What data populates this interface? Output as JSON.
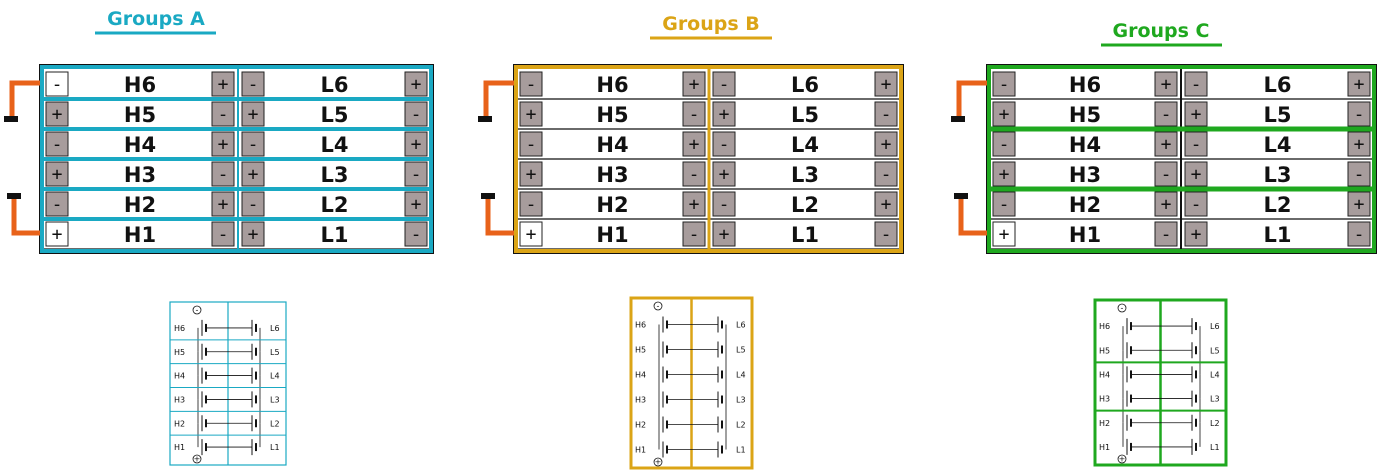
{
  "groups": [
    {
      "title": "Groups A",
      "color": "#1aa9c3",
      "cell_rows": [
        {
          "left": {
            "label": "H6",
            "polarity": [
              "-",
              "+"
            ]
          },
          "right": {
            "label": "L6",
            "polarity": [
              "-",
              "+"
            ]
          }
        },
        {
          "left": {
            "label": "H5",
            "polarity": [
              "+",
              "-"
            ]
          },
          "right": {
            "label": "L5",
            "polarity": [
              "+",
              "-"
            ]
          }
        },
        {
          "left": {
            "label": "H4",
            "polarity": [
              "-",
              "+"
            ]
          },
          "right": {
            "label": "L4",
            "polarity": [
              "-",
              "+"
            ]
          }
        },
        {
          "left": {
            "label": "H3",
            "polarity": [
              "+",
              "-"
            ]
          },
          "right": {
            "label": "L3",
            "polarity": [
              "+",
              "-"
            ]
          }
        },
        {
          "left": {
            "label": "H2",
            "polarity": [
              "-",
              "+"
            ]
          },
          "right": {
            "label": "L2",
            "polarity": [
              "-",
              "+"
            ]
          }
        },
        {
          "left": {
            "label": "H1",
            "polarity": [
              "+",
              "-"
            ]
          },
          "right": {
            "label": "L1",
            "polarity": [
              "+",
              "-"
            ]
          }
        }
      ],
      "schematic": {
        "left_labels": [
          "H6",
          "H5",
          "H4",
          "H3",
          "H2",
          "H1"
        ],
        "right_labels": [
          "L6",
          "L5",
          "L4",
          "L3",
          "L2",
          "L1"
        ],
        "top_terminal": "-",
        "bottom_terminal": "+"
      }
    },
    {
      "title": "Groups B",
      "color": "#dba416",
      "cell_rows": [
        {
          "left": {
            "label": "H6",
            "polarity": [
              "-",
              "+"
            ]
          },
          "right": {
            "label": "L6",
            "polarity": [
              "-",
              "+"
            ]
          }
        },
        {
          "left": {
            "label": "H5",
            "polarity": [
              "+",
              "-"
            ]
          },
          "right": {
            "label": "L5",
            "polarity": [
              "+",
              "-"
            ]
          }
        },
        {
          "left": {
            "label": "H4",
            "polarity": [
              "-",
              "+"
            ]
          },
          "right": {
            "label": "L4",
            "polarity": [
              "-",
              "+"
            ]
          }
        },
        {
          "left": {
            "label": "H3",
            "polarity": [
              "+",
              "-"
            ]
          },
          "right": {
            "label": "L3",
            "polarity": [
              "+",
              "-"
            ]
          }
        },
        {
          "left": {
            "label": "H2",
            "polarity": [
              "-",
              "+"
            ]
          },
          "right": {
            "label": "L2",
            "polarity": [
              "-",
              "+"
            ]
          }
        },
        {
          "left": {
            "label": "H1",
            "polarity": [
              "+",
              "-"
            ]
          },
          "right": {
            "label": "L1",
            "polarity": [
              "+",
              "-"
            ]
          }
        }
      ],
      "schematic": {
        "left_labels": [
          "H6",
          "H5",
          "H4",
          "H3",
          "H2",
          "H1"
        ],
        "right_labels": [
          "L6",
          "L5",
          "L4",
          "L3",
          "L2",
          "L1"
        ],
        "top_terminal": "-",
        "bottom_terminal": "+"
      }
    },
    {
      "title": "Groups C",
      "color": "#1fa81f",
      "cell_rows": [
        {
          "left": {
            "label": "H6",
            "polarity": [
              "-",
              "+"
            ]
          },
          "right": {
            "label": "L6",
            "polarity": [
              "-",
              "+"
            ]
          }
        },
        {
          "left": {
            "label": "H5",
            "polarity": [
              "+",
              "-"
            ]
          },
          "right": {
            "label": "L5",
            "polarity": [
              "+",
              "-"
            ]
          }
        },
        {
          "left": {
            "label": "H4",
            "polarity": [
              "-",
              "+"
            ]
          },
          "right": {
            "label": "L4",
            "polarity": [
              "-",
              "+"
            ]
          }
        },
        {
          "left": {
            "label": "H3",
            "polarity": [
              "+",
              "-"
            ]
          },
          "right": {
            "label": "L3",
            "polarity": [
              "+",
              "-"
            ]
          }
        },
        {
          "left": {
            "label": "H2",
            "polarity": [
              "-",
              "+"
            ]
          },
          "right": {
            "label": "L2",
            "polarity": [
              "-",
              "+"
            ]
          }
        },
        {
          "left": {
            "label": "H1",
            "polarity": [
              "+",
              "-"
            ]
          },
          "right": {
            "label": "L1",
            "polarity": [
              "+",
              "-"
            ]
          }
        }
      ],
      "schematic": {
        "left_labels": [
          "H6",
          "H5",
          "H4",
          "H3",
          "H2",
          "H1"
        ],
        "right_labels": [
          "L6",
          "L5",
          "L4",
          "L3",
          "L2",
          "L1"
        ],
        "top_terminal": "-",
        "bottom_terminal": "+"
      }
    }
  ],
  "colors": {
    "lead_wire": "#e8621a",
    "terminal_fill": "#a79c9c",
    "frame": "#111111"
  }
}
